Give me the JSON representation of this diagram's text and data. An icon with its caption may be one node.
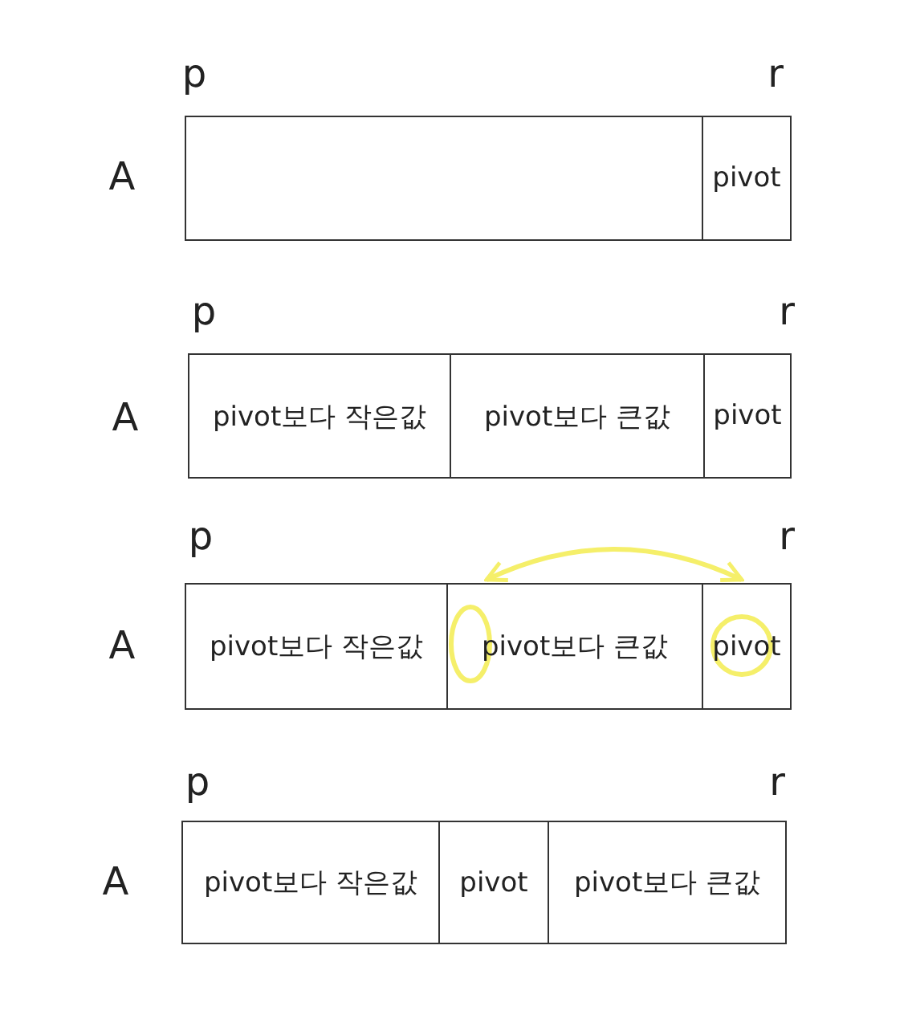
{
  "diagram": {
    "nodes": [
      {
        "text": [],
        "shape": "box"
      },
      {
        "text": [
          "pivot"
        ]
      },
      {
        "text": [
          "pivot보다 작은값"
        ]
      },
      {
        "text": [
          "pivot보다 큰값"
        ]
      },
      {
        "text": [
          "pivot"
        ]
      },
      {
        "text": [
          "pivot보다 작은값"
        ]
      },
      {
        "text": [
          "pivot보다 큰값"
        ]
      },
      {
        "text": [
          "pivot"
        ]
      },
      {
        "text": [
          "pivot보다 작은값"
        ]
      },
      {
        "text": [
          "pivot"
        ]
      },
      {
        "text": [
          "pivot보다 큰값"
        ]
      }
    ],
    "edges": [
      {
        "from": 6,
        "to": 7,
        "arrow": "both",
        "color": "#f5ef6a"
      }
    ],
    "labels": [
      "p",
      "r",
      "A",
      "p",
      "r",
      "A",
      "p",
      "r",
      "A",
      "p",
      "r",
      "A"
    ]
  }
}
